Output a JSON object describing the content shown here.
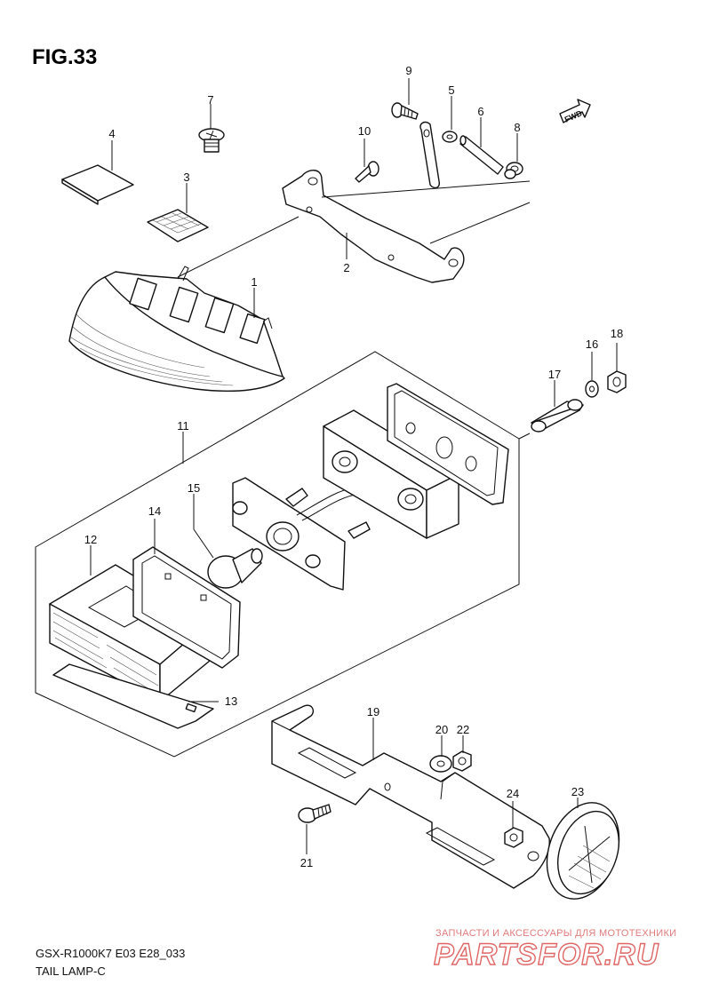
{
  "figure": {
    "title": "FIG.33"
  },
  "fwd_label": "FWD",
  "parts": [
    {
      "ref": "1"
    },
    {
      "ref": "2"
    },
    {
      "ref": "3"
    },
    {
      "ref": "4"
    },
    {
      "ref": "5"
    },
    {
      "ref": "6"
    },
    {
      "ref": "7"
    },
    {
      "ref": "8"
    },
    {
      "ref": "9"
    },
    {
      "ref": "10"
    },
    {
      "ref": "11"
    },
    {
      "ref": "12"
    },
    {
      "ref": "13"
    },
    {
      "ref": "14"
    },
    {
      "ref": "15"
    },
    {
      "ref": "16"
    },
    {
      "ref": "17"
    },
    {
      "ref": "18"
    },
    {
      "ref": "19"
    },
    {
      "ref": "20"
    },
    {
      "ref": "21"
    },
    {
      "ref": "22"
    },
    {
      "ref": "23"
    },
    {
      "ref": "24"
    }
  ],
  "footer": {
    "model": "GSX-R1000K7 E03 E28_033",
    "name": "TAIL LAMP-C"
  },
  "watermark": {
    "tagline": "ЗАПЧАСТИ И АКСЕССУАРЫ ДЛЯ МОТОТЕХНИКИ",
    "brand": "PARTSFOR.RU"
  },
  "colors": {
    "line": "#111111",
    "watermark": "#e06666"
  }
}
